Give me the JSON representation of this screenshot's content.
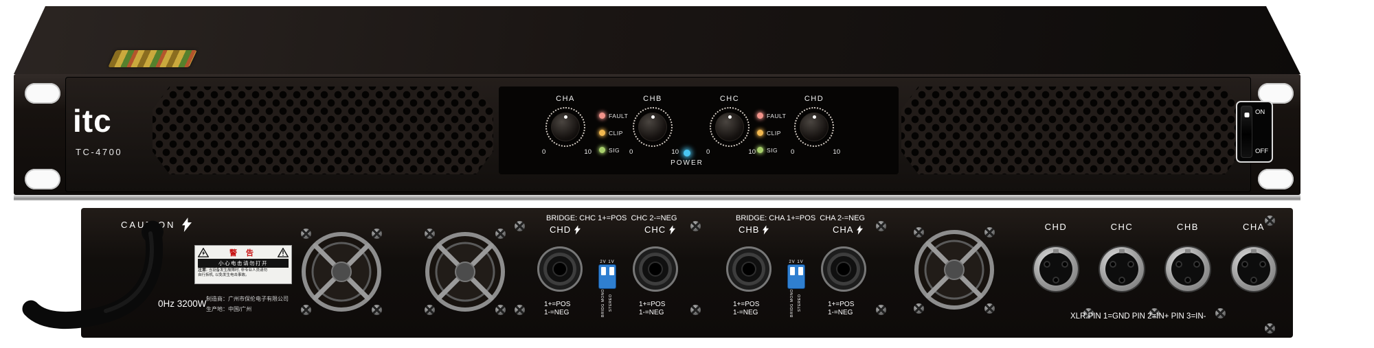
{
  "front": {
    "brand": "itc",
    "model": "TC-4700",
    "channels": [
      "CHA",
      "CHB",
      "CHC",
      "CHD"
    ],
    "scale_min": "0",
    "scale_max": "10",
    "led_labels": [
      "FAULT",
      "CLIP",
      "SIG"
    ],
    "led_colors": {
      "fault": "#f2938a",
      "clip": "#f2b84f",
      "sig": "#a8d06c",
      "power": "#4ac6f2"
    },
    "power_label": "POWER",
    "switch": {
      "on": "ON",
      "off": "OFF"
    }
  },
  "rear": {
    "caution": "CAUTION",
    "warning": {
      "title": "警 告",
      "strip": "小心电击请勿打开",
      "note_label": "注意:",
      "note_line1": "当设备发生故障时, 非专业人员请勿",
      "note_line2": "自行拆机, 以免发生电击事故。"
    },
    "power_spec": "0Hz 3200W",
    "maker_line1": "制造商：广州市保伦电子有限公司",
    "maker_line2": "生产地：中国/广州",
    "speakon_groups": [
      {
        "bridge": "BRIDGE: CHC 1+=POS  CHC 2-=NEG",
        "left": "CHD",
        "right": "CHC"
      },
      {
        "bridge": "BRIDGE: CHA 1+=POS  CHA 2-=NEG",
        "left": "CHB",
        "right": "CHA"
      }
    ],
    "polarity_pos": "1+=POS",
    "polarity_neg": "1-=NEG",
    "dip": {
      "top": "2V 1V",
      "bottom1": "BRIDG MONO",
      "bottom2": "STEREO"
    },
    "xlr_channels": [
      "CHD",
      "CHC",
      "CHB",
      "CHA"
    ],
    "xlr_note": "XLR:PIN 1=GND PIN 2=IN+ PIN 3=IN-"
  }
}
